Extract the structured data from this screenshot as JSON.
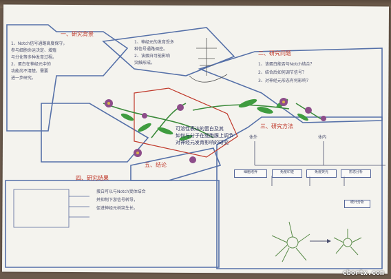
{
  "sections": {
    "background": "一、研究背景",
    "problem": "二、研究问题",
    "method": "三、研究方法",
    "results": "四、研究结果",
    "conclusion": "五、结论"
  },
  "title": {
    "line1": "可溶性表达的蛋白及其",
    "line2": "如何与分子在细胞膜上调节",
    "line3": "对神经元发育影响的研究"
  },
  "background": {
    "lines": [
      "1、Notch信号通路高度保守，",
      "参与细胞命运决定、增殖",
      "与分化等多种发育过程。",
      "2、蛋白在神经元中的",
      "功能尚不清楚，需要",
      "进一步研究。"
    ],
    "right_lines": [
      "1、神经元的发育受多",
      "种信号通路调控。",
      "2、该蛋白可能影响",
      "突触形成。"
    ]
  },
  "problem": {
    "lines": [
      "1、该蛋白能否与Notch结合？",
      "2、结合后如何调节信号？",
      "3、对神经元形态有何影响？"
    ]
  },
  "flowchart": {
    "col1": "体外",
    "col2": "体内",
    "nodes": [
      "细胞培养",
      "免疫印迹",
      "免疫荧光",
      "形态分析",
      "统计分析"
    ]
  },
  "results_lines": [
    "蛋白可以与Notch受体结合",
    "并抑制下游信号转导，",
    "促进神经元树突生长。"
  ],
  "watermark": "cbortx.com"
}
